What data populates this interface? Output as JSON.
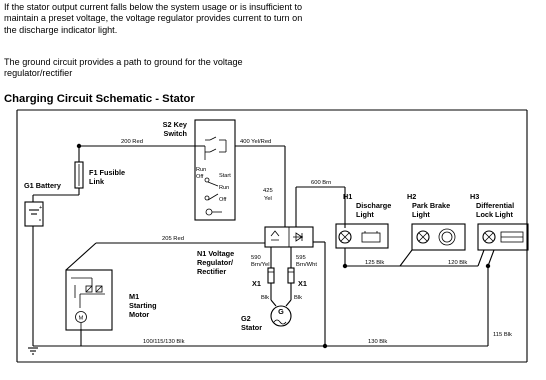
{
  "intro": {
    "para1": "If the stator output current falls below the system usage or is insufficient to maintain a preset voltage, the voltage regulator provides current to turn on the discharge indicator light.",
    "para2": "The ground circuit provides a path to ground for the voltage regulator/rectifier"
  },
  "diagram": {
    "title": "Charging Circuit Schematic - Stator",
    "components": {
      "s2": [
        "S2 Key",
        "Switch"
      ],
      "f1": [
        "F1 Fusible",
        "Link"
      ],
      "g1": "G1 Battery",
      "m1": [
        "M1",
        "Starting",
        "Motor"
      ],
      "n1": [
        "N1 Voltage",
        "Regulator/",
        "Rectifier"
      ],
      "g2": [
        "G2",
        "Stator"
      ],
      "h1": [
        "H1",
        "Discharge",
        "Light"
      ],
      "h2": [
        "H2",
        "Park Brake",
        "Light"
      ],
      "h3": [
        "H3",
        "Differential",
        "Lock Light"
      ],
      "x1a": "X1",
      "x1b": "X1"
    },
    "switch_positions": [
      "Run",
      "Off",
      "Start",
      "Run",
      "Off"
    ],
    "motor_symbol": "M",
    "stator_symbol": "G",
    "wires": {
      "w200": "200 Red",
      "w400": "400 Yel/Red",
      "w425": [
        "425",
        "Yel"
      ],
      "w600": "600 Brn",
      "w205": "205 Red",
      "w590": [
        "590",
        "Brn/Yel"
      ],
      "w595": [
        "595",
        "Brn/Wht"
      ],
      "blk_a": "Blk",
      "blk_b": "Blk",
      "w125": "125 Blk",
      "w120": "120 Blk",
      "w115": "115 Blk",
      "w100": "100/115/130 Blk",
      "w130": "130 Blk"
    },
    "colors": {
      "line": "#000000",
      "background": "#ffffff"
    }
  }
}
